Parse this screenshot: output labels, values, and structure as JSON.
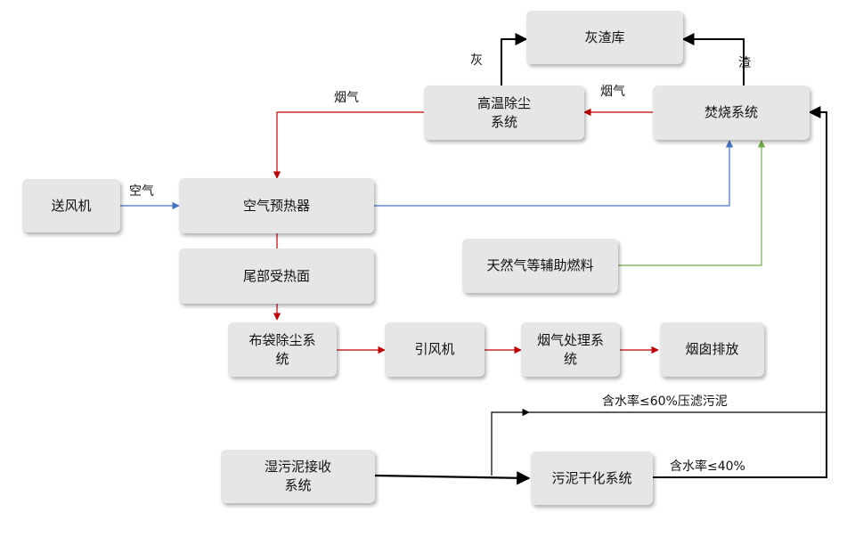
{
  "nodes": {
    "ash_storage": "灰渣库",
    "high_temp_dust": "高温除尘\n系统",
    "incinerator": "焚烧系统",
    "blower": "送风机",
    "air_preheater": "空气预热器",
    "natural_gas": "天然气等辅助燃料",
    "tail_heating": "尾部受热面",
    "bag_filter": "布袋除尘系\n统",
    "induced_fan": "引风机",
    "flue_treatment": "烟气处理系\n统",
    "chimney": "烟囱排放",
    "wet_sludge": "湿污泥接收\n系统",
    "sludge_drying": "污泥干化系统"
  },
  "labels": {
    "ash": "灰",
    "slag": "渣",
    "flue_gas_1": "烟气",
    "flue_gas_2": "烟气",
    "air": "空气",
    "pressed_sludge": "含水率≤60%压滤污泥",
    "dried_sludge": "含水率≤40%"
  },
  "colors": {
    "box_fill": "#e6e6e6",
    "red_line": "#c00000",
    "blue_line": "#4472c4",
    "green_line": "#70ad47",
    "black_line": "#000000"
  }
}
